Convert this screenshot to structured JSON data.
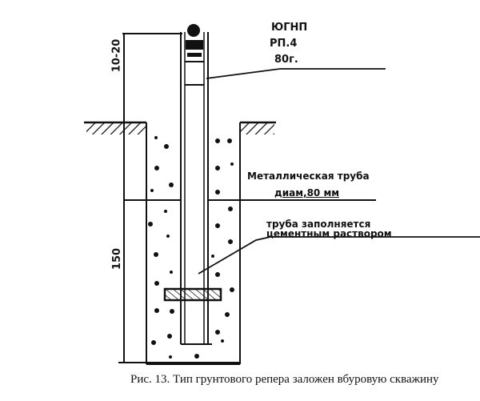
{
  "labels": {
    "marker_line1": "ЮГНП",
    "marker_line2": "РП.4",
    "marker_line3": "80г.",
    "pipe_line1": "Металлическая труба",
    "pipe_line2": "диам,80 мм",
    "fill_line1": "труба заполняется",
    "fill_line2": "цементным раствором"
  },
  "dimensions": {
    "above_ground": "10-20",
    "depth": "150"
  },
  "caption": "Рис. 13. Тип грунтового репера заложен вбуровую скважину"
}
